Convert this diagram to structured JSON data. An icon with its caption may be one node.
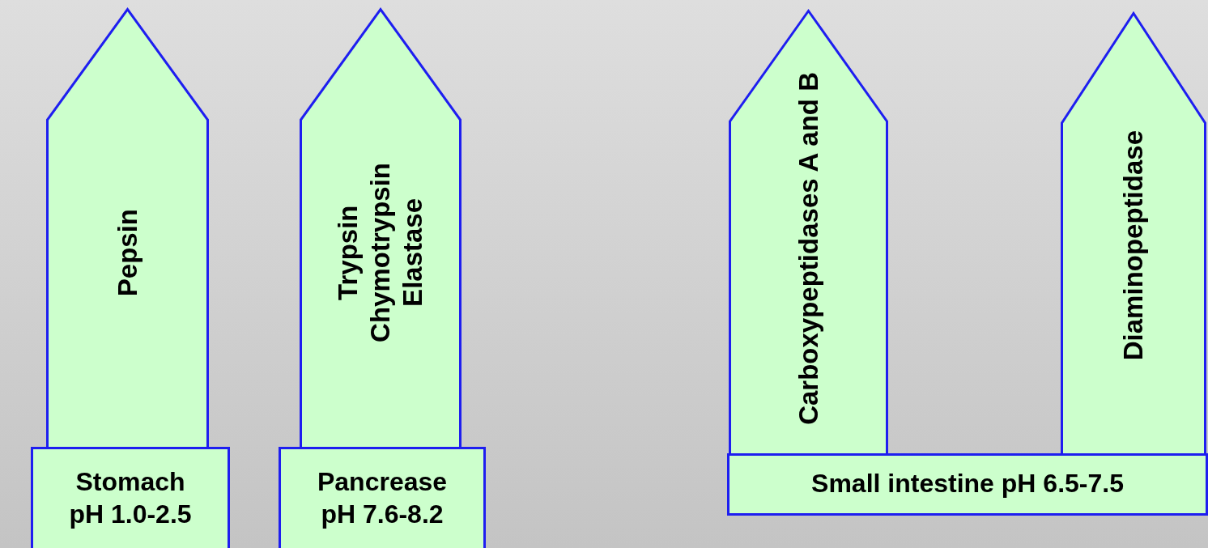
{
  "diagram": {
    "nodes": [
      {
        "text": [
          "Pepsin"
        ]
      },
      {
        "text": [
          "Stomach pH 1.0-2.5"
        ]
      },
      {
        "text": [
          "Trypsin",
          "Chymotrypsin",
          "Elastase"
        ]
      },
      {
        "text": [
          "Pancrease pH 7.6-8.2"
        ]
      },
      {
        "text": [
          "Carboxypeptidases A and B"
        ]
      },
      {
        "text": [
          "Diaminopeptidase"
        ]
      },
      {
        "text": [
          "Small intestine pH 6.5-7.5"
        ]
      }
    ]
  }
}
